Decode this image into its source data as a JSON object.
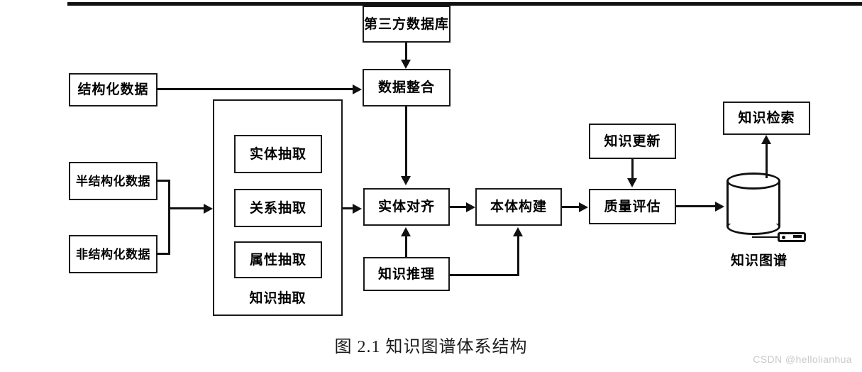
{
  "figure": {
    "caption": "图 2.1  知识图谱体系结构",
    "watermark": "CSDN @hellolianhua"
  },
  "chart_data": {
    "type": "diagram",
    "title": "图 2.1  知识图谱体系结构",
    "nodes": [
      {
        "id": "third-party-db",
        "label": "第三方数据库",
        "shape": "rect"
      },
      {
        "id": "structured-data",
        "label": "结构化数据",
        "shape": "rect"
      },
      {
        "id": "semi-structured-data",
        "label": "半结构化数据",
        "shape": "rect"
      },
      {
        "id": "unstructured-data",
        "label": "非结构化数据",
        "shape": "rect"
      },
      {
        "id": "data-integration",
        "label": "数据整合",
        "shape": "rect"
      },
      {
        "id": "knowledge-extraction",
        "label": "知识抽取",
        "shape": "group"
      },
      {
        "id": "entity-extraction",
        "label": "实体抽取",
        "shape": "rect"
      },
      {
        "id": "relation-extraction",
        "label": "关系抽取",
        "shape": "rect"
      },
      {
        "id": "attribute-extraction",
        "label": "属性抽取",
        "shape": "rect"
      },
      {
        "id": "entity-alignment",
        "label": "实体对齐",
        "shape": "rect"
      },
      {
        "id": "knowledge-reasoning",
        "label": "知识推理",
        "shape": "rect"
      },
      {
        "id": "ontology-construction",
        "label": "本体构建",
        "shape": "rect"
      },
      {
        "id": "knowledge-update",
        "label": "知识更新",
        "shape": "rect"
      },
      {
        "id": "quality-assessment",
        "label": "质量评估",
        "shape": "rect"
      },
      {
        "id": "knowledge-graph",
        "label": "知识图谱",
        "shape": "cylinder"
      },
      {
        "id": "knowledge-retrieval",
        "label": "知识检索",
        "shape": "rect"
      }
    ],
    "edges": [
      {
        "from": "third-party-db",
        "to": "data-integration"
      },
      {
        "from": "structured-data",
        "to": "data-integration"
      },
      {
        "from": "semi-structured-data",
        "to": "knowledge-extraction"
      },
      {
        "from": "unstructured-data",
        "to": "knowledge-extraction"
      },
      {
        "from": "data-integration",
        "to": "entity-alignment"
      },
      {
        "from": "knowledge-extraction",
        "to": "entity-alignment"
      },
      {
        "from": "knowledge-reasoning",
        "to": "entity-alignment"
      },
      {
        "from": "knowledge-reasoning",
        "to": "ontology-construction"
      },
      {
        "from": "entity-alignment",
        "to": "ontology-construction"
      },
      {
        "from": "ontology-construction",
        "to": "quality-assessment"
      },
      {
        "from": "knowledge-update",
        "to": "quality-assessment"
      },
      {
        "from": "quality-assessment",
        "to": "knowledge-graph"
      },
      {
        "from": "knowledge-graph",
        "to": "knowledge-retrieval"
      }
    ],
    "colors": {
      "stroke": "#111111",
      "fill": "#ffffff",
      "text": "#000000"
    }
  },
  "nodes": {
    "third_party_db": "第三方数据库",
    "structured_data": "结构化数据",
    "semi_structured_data": "半结构化数据",
    "unstructured_data": "非结构化数据",
    "data_integration": "数据整合",
    "entity_extraction": "实体抽取",
    "relation_extraction": "关系抽取",
    "attribute_extraction": "属性抽取",
    "knowledge_extraction": "知识抽取",
    "entity_alignment": "实体对齐",
    "knowledge_reasoning": "知识推理",
    "ontology_construction": "本体构建",
    "knowledge_update": "知识更新",
    "quality_assessment": "质量评估",
    "knowledge_retrieval": "知识检索",
    "knowledge_graph": "知识图谱"
  }
}
